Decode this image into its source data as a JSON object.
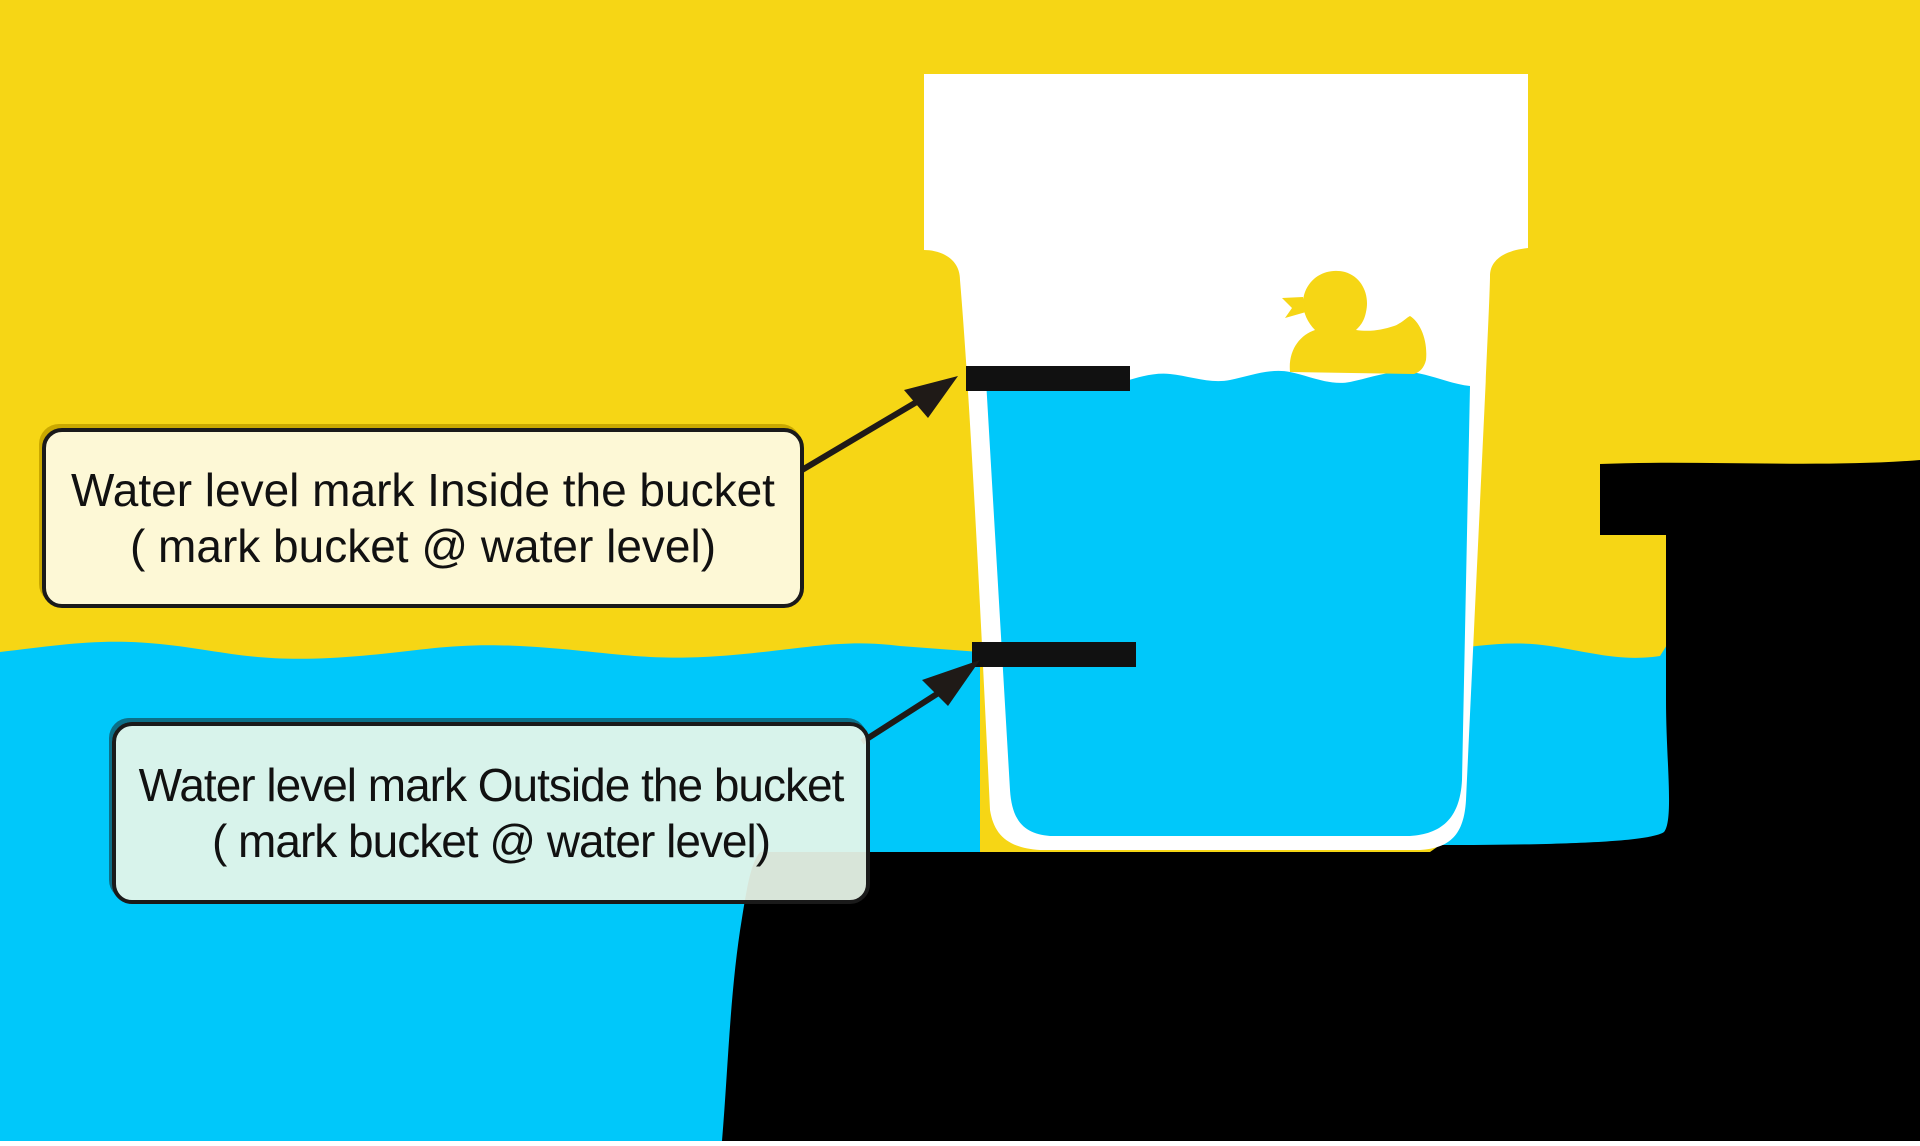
{
  "colors": {
    "background_air": "#f6d615",
    "water": "#00c8fa",
    "ground": "#000000",
    "bucket": "#ffffff",
    "duck": "#f6d615",
    "mark": "#111111",
    "arrow": "#1f1a17",
    "callout_inside_fill": "#fdf8d6",
    "callout_outside_fill": "#e8f6ea"
  },
  "icons": {
    "duck": "rubber-duck-icon"
  },
  "callouts": {
    "inside": {
      "line1": "Water level mark Inside the bucket",
      "line2": "( mark bucket @ water level)"
    },
    "outside": {
      "line1": "Water level mark Outside the bucket",
      "line2": "( mark bucket @ water level)"
    }
  }
}
